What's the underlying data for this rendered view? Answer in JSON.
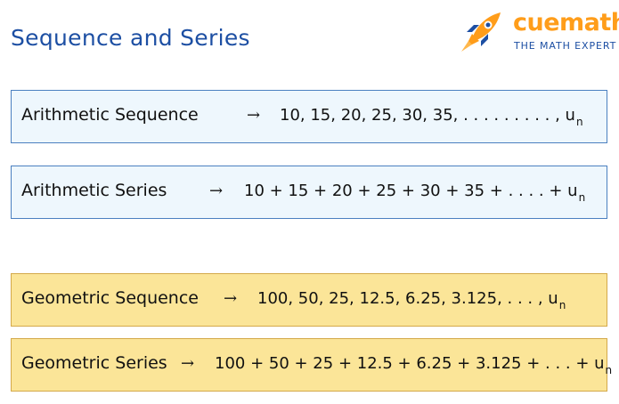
{
  "colors": {
    "title": "#1d4fa3",
    "brand_orange": "#ff9d1a",
    "brand_blue": "#1d4fa3",
    "arithmetic_bg": "#eef7fd",
    "arithmetic_border": "#4b80c0",
    "geometric_bg": "#fbe598",
    "geometric_border": "#d4a94a"
  },
  "header": {
    "title": "Sequence and Series"
  },
  "brand": {
    "logo_icon": "rocket-icon",
    "name": "cuemath",
    "tagline": "THE MATH EXPERT"
  },
  "rows": [
    {
      "label": "Arithmetic Sequence",
      "arrow": "→",
      "expression": "10, 15, 20, 25, 30, 35, . . . . . . . . . , u",
      "subscript": "n"
    },
    {
      "label": "Arithmetic Series",
      "arrow": "→",
      "expression": "10 + 15 + 20 + 25 + 30 + 35 +  . . . .  + u",
      "subscript": "n"
    },
    {
      "label": "Geometric Sequence",
      "arrow": "→",
      "expression": "100, 50, 25, 12.5, 6.25, 3.125, . . . , u",
      "subscript": "n"
    },
    {
      "label": "Geometric Series",
      "arrow": "→",
      "expression": "100 + 50 + 25 + 12.5 + 6.25 + 3.125 + . . .  + u",
      "subscript": "n"
    }
  ]
}
